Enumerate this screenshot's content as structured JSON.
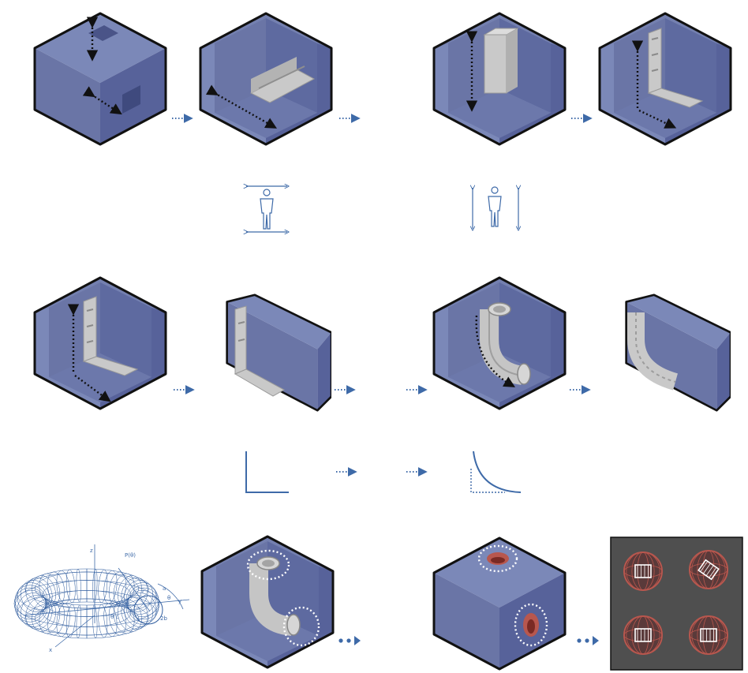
{
  "colors": {
    "cube_top": "#7b88b8",
    "cube_left": "#6a75a6",
    "cube_right": "#57629a",
    "cube_inner": "#7480b0",
    "cube_floor": "#6c78ab",
    "edge": "#111111",
    "part": "#c9c9c9",
    "part_dark": "#a9a9a9",
    "arrow_blue": "#3e6aa8",
    "dotted_black": "#111111",
    "torus": "#2f5c9e",
    "highlight_red": "#b8574e",
    "render_bg": "#4f4f4f"
  },
  "icons": {
    "flow_arrow": "dotted-arrow-right",
    "horizontal_human": "human-figure-horizontal-scale",
    "vertical_human": "human-figure-vertical-scale",
    "l_profile": "right-angle-profile",
    "curve_profile": "quarter-curve-profile"
  },
  "torus_labels": {
    "p_label": "P(θ)",
    "z_label": "z",
    "x_label": "x",
    "y_label": "y",
    "theta_label": "θ",
    "rc_label": "θ c",
    "r_label": "r",
    "a_label": "a",
    "b_label": "2b"
  }
}
